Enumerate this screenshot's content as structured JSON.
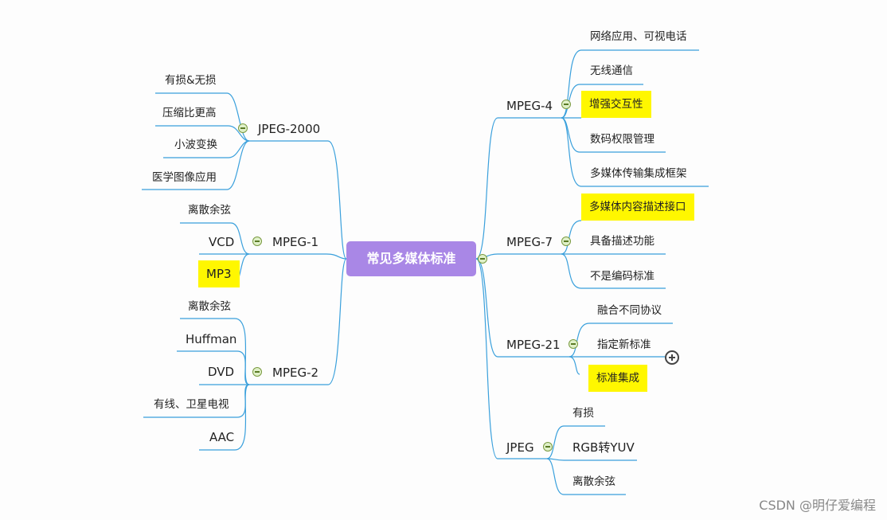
{
  "root": "常见多媒体标准",
  "left": [
    {
      "label": "JPEG-2000",
      "children": [
        "有损&无损",
        "压缩比更高",
        "小波变换",
        "医学图像应用"
      ]
    },
    {
      "label": "MPEG-1",
      "children": [
        "离散余弦",
        "VCD",
        "MP3"
      ]
    },
    {
      "label": "MPEG-2",
      "children": [
        "离散余弦",
        "Huffman",
        "DVD",
        "有线、卫星电视",
        "AAC"
      ]
    }
  ],
  "right": [
    {
      "label": "MPEG-4",
      "children": [
        "网络应用、可视电话",
        "无线通信",
        "增强交互性",
        "数码权限管理",
        "多媒体传输集成框架"
      ]
    },
    {
      "label": "MPEG-7",
      "children": [
        "多媒体内容描述接口",
        "具备描述功能",
        "不是编码标准"
      ]
    },
    {
      "label": "MPEG-21",
      "children": [
        "融合不同协议",
        "指定新标准",
        "标准集成"
      ]
    },
    {
      "label": "JPEG",
      "children": [
        "有损",
        "RGB转YUV",
        "离散余弦"
      ]
    }
  ],
  "highlights": {
    "color": "#fff700",
    "items": [
      "MP3",
      "增强交互性",
      "多媒体内容描述接口",
      "标准集成"
    ]
  },
  "colors": {
    "root_bg": "#a987e6",
    "line": "#3aa0dc"
  },
  "icons": {
    "collapse": "minus-circle-icon",
    "expand": "plus-circle-icon"
  },
  "watermark": "CSDN @明仔爱编程"
}
